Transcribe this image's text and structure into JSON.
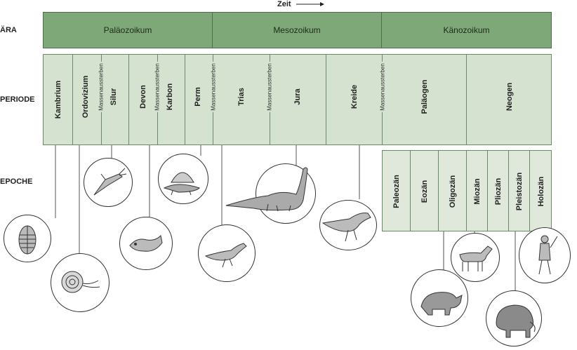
{
  "time_label": "Zeit",
  "row_labels": {
    "era": "ÄRA",
    "period": "PERIODE",
    "epoch": "EPOCHE"
  },
  "eras": [
    "Paläozoikum",
    "Mesozoikum",
    "Känozoikum"
  ],
  "periods": [
    "Kambrium",
    "Ordovizium",
    "Silur",
    "Devon",
    "Karbon",
    "Perm",
    "Trias",
    "Jura",
    "Kreide",
    "Paläogen",
    "Neogen"
  ],
  "extinction_label": "Massenaussterben",
  "epochs": [
    "Paleozän",
    "Eozän",
    "Oligozän",
    "Miozän",
    "Pliozän",
    "Pleistozän",
    "Holozän"
  ],
  "colors": {
    "era": "#7fa878",
    "period": "#d6e2d0",
    "epoch": "#dfe8da"
  },
  "organisms": [
    "trilobite-icon",
    "ammonite-icon",
    "sea-scorpion-icon",
    "armored-fish-icon",
    "dimetrodon-icon",
    "small-dinosaur-icon",
    "sauropod-icon",
    "tyrannosaur-icon",
    "rhinoceros-icon",
    "horse-icon",
    "mammoth-icon",
    "early-human-icon"
  ]
}
